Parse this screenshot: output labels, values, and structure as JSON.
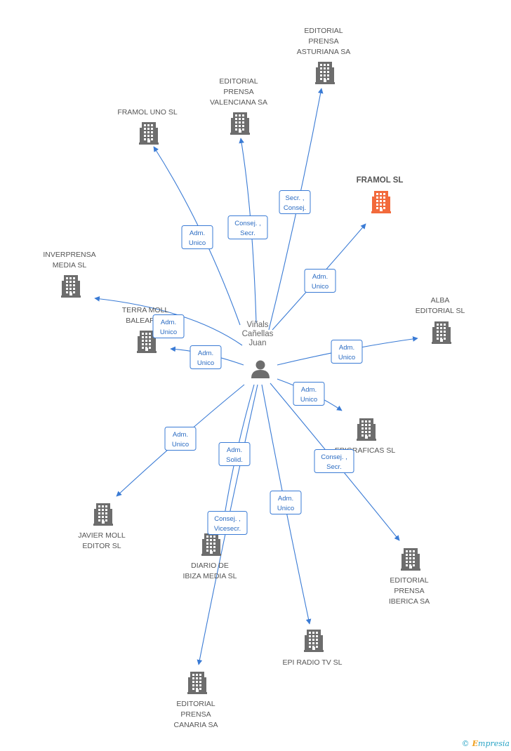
{
  "colors": {
    "edge": "#3a7bd5",
    "building": "#6d6d6d",
    "highlight": "#f26a3c",
    "person": "#6d6d6d"
  },
  "person": {
    "lines": [
      "Viñals",
      "Cañellas",
      "Juan"
    ],
    "icon": "person-icon"
  },
  "companies": [
    {
      "id": "asturiana",
      "lines": [
        "EDITORIAL",
        "PRENSA",
        "ASTURIANA SA"
      ]
    },
    {
      "id": "valenciana",
      "lines": [
        "EDITORIAL",
        "PRENSA",
        "VALENCIANA SA"
      ]
    },
    {
      "id": "framol_uno",
      "lines": [
        "FRAMOL UNO SL"
      ]
    },
    {
      "id": "framol",
      "lines": [
        "FRAMOL SL"
      ],
      "highlight": true
    },
    {
      "id": "inverprensa",
      "lines": [
        "INVERPRENSA",
        "MEDIA SL"
      ]
    },
    {
      "id": "terra",
      "lines": [
        "TERRA MOLL",
        "BALEARES"
      ]
    },
    {
      "id": "alba",
      "lines": [
        "ALBA",
        "EDITORIAL SL"
      ]
    },
    {
      "id": "epigraficas",
      "lines": [
        "EPIGRAFICAS SL"
      ]
    },
    {
      "id": "javier",
      "lines": [
        "JAVIER MOLL",
        "EDITOR SL"
      ]
    },
    {
      "id": "ibiza",
      "lines": [
        "DIARIO DE",
        "IBIZA MEDIA SL"
      ]
    },
    {
      "id": "iberica",
      "lines": [
        "EDITORIAL",
        "PRENSA",
        "IBERICA SA"
      ]
    },
    {
      "id": "radio",
      "lines": [
        "EPI RADIO TV SL"
      ]
    },
    {
      "id": "canaria",
      "lines": [
        "EDITORIAL",
        "PRENSA",
        "CANARIA SA"
      ]
    }
  ],
  "relations": [
    {
      "to": "asturiana",
      "lines": [
        "Secr. ,",
        "Consej."
      ]
    },
    {
      "to": "valenciana",
      "lines": [
        "Consej. ,",
        "Secr."
      ]
    },
    {
      "to": "framol_uno",
      "lines": [
        "Adm.",
        "Unico"
      ]
    },
    {
      "to": "framol",
      "lines": [
        "Adm.",
        "Unico"
      ]
    },
    {
      "to": "inverprensa",
      "lines": [
        "Adm.",
        "Unico"
      ]
    },
    {
      "to": "terra",
      "lines": [
        "Adm.",
        "Unico"
      ]
    },
    {
      "to": "alba",
      "lines": [
        "Adm.",
        "Unico"
      ]
    },
    {
      "to": "epigraficas",
      "lines": [
        "Adm.",
        "Unico"
      ]
    },
    {
      "to": "javier",
      "lines": [
        "Adm.",
        "Unico"
      ]
    },
    {
      "to": "ibiza",
      "lines": [
        "Adm.",
        "Solid."
      ]
    },
    {
      "to": "iberica",
      "lines": [
        "Consej. ,",
        "Secr."
      ]
    },
    {
      "to": "radio",
      "lines": [
        "Adm.",
        "Unico"
      ]
    },
    {
      "to": "canaria",
      "lines": [
        "Consej. ,",
        "Vicesecr."
      ]
    }
  ],
  "footer": {
    "copyright": "©",
    "brand_first": "E",
    "brand_rest": "mpresia"
  }
}
